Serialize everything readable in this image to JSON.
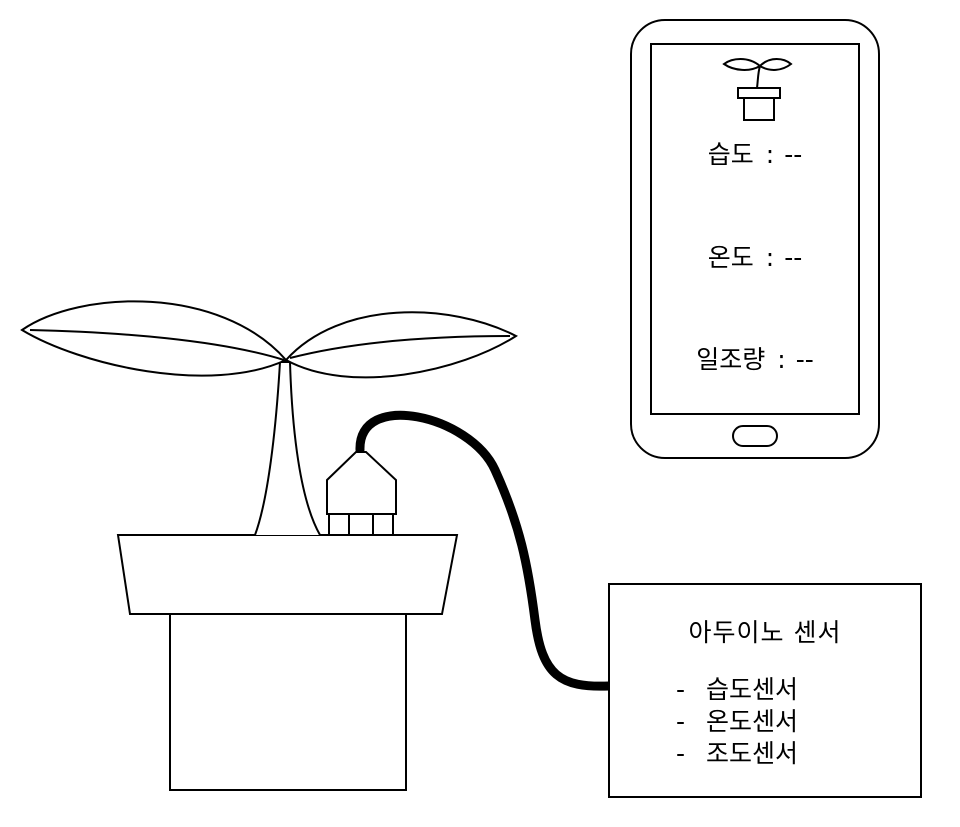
{
  "phone": {
    "readings": [
      {
        "label": "습도",
        "separator": ":",
        "value": "--"
      },
      {
        "label": "온도",
        "separator": ":",
        "value": "--"
      },
      {
        "label": "일조량",
        "separator": ":",
        "value": "--"
      }
    ],
    "app_icon": "plant-pot-icon",
    "home_button_icon": "home-button-icon"
  },
  "arduino": {
    "title": "아두이노 센서",
    "bullet": "-",
    "sensors": [
      "습도센서",
      "온도센서",
      "조도센서"
    ]
  },
  "illustration": {
    "plant": "seedling-icon",
    "pot": "flower-pot",
    "sensor_probe": "soil-sensor-probe",
    "cable": "sensor-cable",
    "stroke_color": "#000000",
    "fill_color": "#ffffff"
  }
}
